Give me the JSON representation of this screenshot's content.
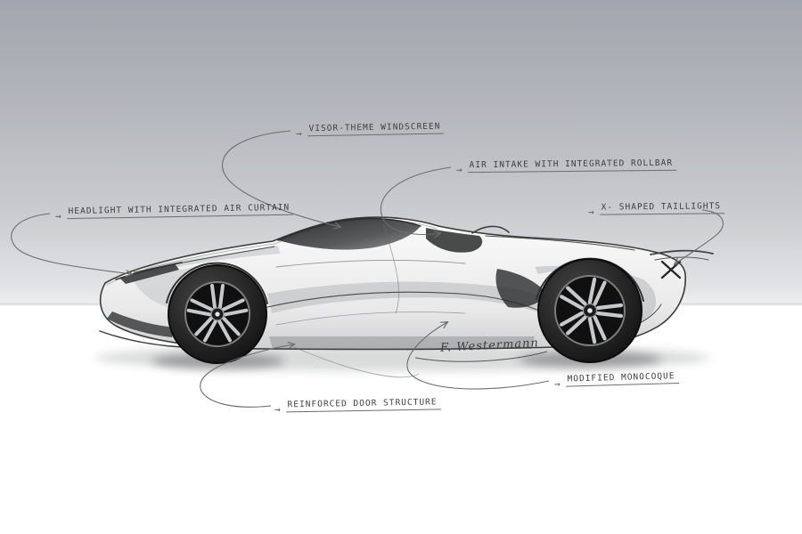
{
  "sketch": {
    "subject": "supercar side-profile concept design sketch",
    "signature": "F. Westermann"
  },
  "icons": {
    "leader_arrow": "→"
  },
  "colors": {
    "ink": "#3c3c3c",
    "leader": "#6a6d70",
    "background_top": "#a2a6ad",
    "background_floor": "#ffffff"
  },
  "annotations": [
    {
      "id": "windscreen",
      "label": "VISOR-THEME WINDSCREEN"
    },
    {
      "id": "air-intake",
      "label": "AIR INTAKE WITH INTEGRATED ROLLBAR"
    },
    {
      "id": "headlight",
      "label": "HEADLIGHT WITH INTEGRATED AIR CURTAIN"
    },
    {
      "id": "taillights",
      "label": "X- SHAPED TAILLIGHTS"
    },
    {
      "id": "monocoque",
      "label": "MODIFIED MONOCOQUE"
    },
    {
      "id": "door",
      "label": "REINFORCED DOOR STRUCTURE"
    }
  ]
}
